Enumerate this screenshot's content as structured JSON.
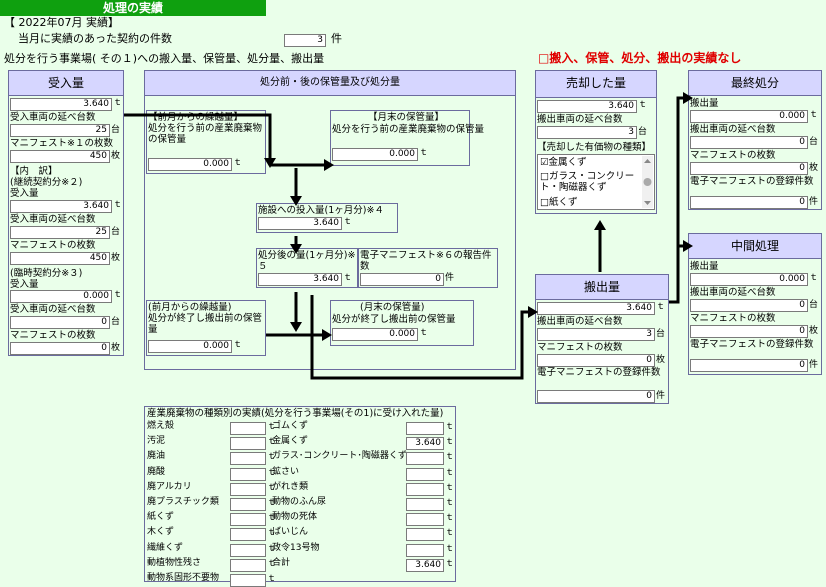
{
  "title": "処理の実績",
  "period": "【 2022年07月 実績】",
  "contracts": {
    "label": "当月に実績のあった契約の件数",
    "value": "3",
    "unit": "件"
  },
  "facility_label": "処分を行う事業場( その１)への搬入量、保管量、処分量、搬出量",
  "no_record": {
    "label": "□搬入、保管、処分、搬出の実績なし"
  },
  "received": {
    "header": "受入量",
    "amount": "3.640",
    "vehicles_label": "受入車両の延べ台数",
    "vehicles": "25",
    "manifest_label": "マニフェスト※１の枚数",
    "manifest": "450",
    "breakdown_label": "【内　訳】",
    "long_term_label": "(継続契約分※２)",
    "lt_amount_label": "受入量",
    "lt_amount": "3.640",
    "lt_vehicles_label": "受入車両の延べ台数",
    "lt_vehicles": "25",
    "lt_manifest_label": "マニフェストの枚数",
    "lt_manifest": "450",
    "temp_label": "(臨時契約分※３)",
    "tmp_amount_label": "受入量",
    "tmp_amount": "0.000",
    "tmp_vehicles_label": "受入車両の延べ台数",
    "tmp_vehicles": "0",
    "tmp_manifest_label": "マニフェストの枚数",
    "tmp_manifest": "0"
  },
  "storage": {
    "header": "処分前・後の保管量及び処分量",
    "carry_label": "【前月からの繰越量】",
    "carry_desc": "処分を行う前の産業廃棄物の保管量",
    "carry_value": "0.000",
    "end_label": "【月末の保管量】",
    "end_desc": "処分を行う前の産業廃棄物の保管量",
    "end_value": "0.000",
    "input_label": "施設への投入量(1ヶ月分)※４",
    "input_value": "3.640",
    "after_label": "処分後の量(1ヶ月分)※５",
    "after_value": "3.640",
    "emanifest_label": "電子マニフェスト※６の報告件数",
    "emanifest_value": "0",
    "carry2_label": "(前月からの繰越量)",
    "carry2_desc": "処分が終了し搬出前の保管量",
    "carry2_value": "0.000",
    "end2_label": "(月末の保管量)",
    "end2_desc": "処分が終了し搬出前の保管量",
    "end2_value": "0.000"
  },
  "sold": {
    "header": "売却した量",
    "amount": "3.640",
    "vehicles_label": "搬出車両の延べ台数",
    "vehicles": "3",
    "types_label": "【売却した有価物の種類】",
    "types": [
      {
        "label": "金属くず",
        "checked": "☑"
      },
      {
        "label": "ガラス・コンクリート・陶磁器くず",
        "checked": "□"
      },
      {
        "label": "紙くず",
        "checked": "□"
      }
    ]
  },
  "shipped": {
    "header": "搬出量",
    "amount": "3.640",
    "vehicles_label": "搬出車両の延べ台数",
    "vehicles": "3",
    "manifest_label": "マニフェストの枚数",
    "manifest": "0",
    "emanifest_label": "電子マニフェストの登録件数",
    "emanifest": "0"
  },
  "final": {
    "header": "最終処分",
    "amount_label": "搬出量",
    "amount": "0.000",
    "vehicles_label": "搬出車両の延べ台数",
    "vehicles": "0",
    "manifest_label": "マニフェストの枚数",
    "manifest": "0",
    "emanifest_label": "電子マニフェストの登録件数",
    "emanifest": "0"
  },
  "intermediate": {
    "header": "中間処理",
    "amount_label": "搬出量",
    "amount": "0.000",
    "vehicles_label": "搬出車両の延べ台数",
    "vehicles": "0",
    "manifest_label": "マニフェストの枚数",
    "manifest": "0",
    "emanifest_label": "電子マニフェストの登録件数",
    "emanifest": "0"
  },
  "units": {
    "t": "ｔ",
    "vehicle": "台",
    "sheet": "枚",
    "case": "件"
  },
  "waste_table": {
    "title": "産業廃棄物の種類別の実績(処分を行う事業場(その1)に受け入れた量)",
    "left": [
      {
        "label": "燃え殻",
        "value": ""
      },
      {
        "label": "汚泥",
        "value": ""
      },
      {
        "label": "廃油",
        "value": ""
      },
      {
        "label": "廃酸",
        "value": ""
      },
      {
        "label": "廃アルカリ",
        "value": ""
      },
      {
        "label": "廃プラスチック類",
        "value": ""
      },
      {
        "label": "紙くず",
        "value": ""
      },
      {
        "label": "木くず",
        "value": ""
      },
      {
        "label": "繊維くず",
        "value": ""
      },
      {
        "label": "動植物性残さ",
        "value": ""
      },
      {
        "label": "動物系固形不要物",
        "value": ""
      }
    ],
    "right": [
      {
        "label": "ゴムくず",
        "value": ""
      },
      {
        "label": "金属くず",
        "value": "3.640"
      },
      {
        "label": "ガラス･コンクリート･陶磁器くず",
        "value": ""
      },
      {
        "label": "鉱さい",
        "value": ""
      },
      {
        "label": "がれき類",
        "value": ""
      },
      {
        "label": "動物のふん尿",
        "value": ""
      },
      {
        "label": "動物の死体",
        "value": ""
      },
      {
        "label": "ばいじん",
        "value": ""
      },
      {
        "label": "政令13号物",
        "value": ""
      },
      {
        "label": "合計",
        "value": "3.640"
      }
    ]
  }
}
